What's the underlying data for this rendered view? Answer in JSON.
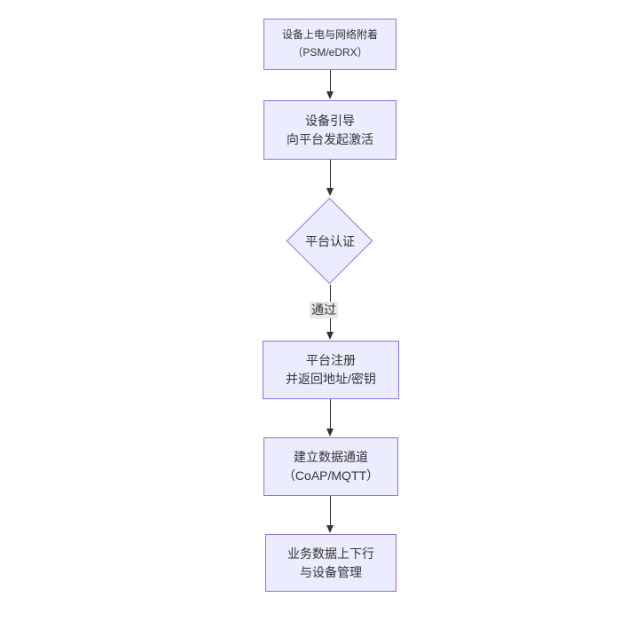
{
  "diagram": {
    "type": "flowchart",
    "direction": "top-down",
    "colors": {
      "node_fill": "#ECECFF",
      "node_border": "#9370DB",
      "edge": "#333333",
      "edge_label_bg": "#E8E8E8",
      "text": "#333333",
      "background": "#FFFFFF"
    },
    "nodes": [
      {
        "id": "power-attach",
        "shape": "rect",
        "lines": [
          "设备上电与网络附着",
          "（PSM/eDRX）"
        ]
      },
      {
        "id": "boot-activate",
        "shape": "rect",
        "lines": [
          "设备引导",
          "向平台发起激活"
        ]
      },
      {
        "id": "platform-auth",
        "shape": "diamond",
        "lines": [
          "平台认证"
        ]
      },
      {
        "id": "register",
        "shape": "rect",
        "lines": [
          "平台注册",
          "并返回地址/密钥"
        ]
      },
      {
        "id": "data-channel",
        "shape": "rect",
        "lines": [
          "建立数据通道",
          "（CoAP/MQTT）"
        ]
      },
      {
        "id": "business-mgmt",
        "shape": "rect",
        "lines": [
          "业务数据上下行",
          "与设备管理"
        ]
      }
    ],
    "edges": [
      {
        "from": "power-attach",
        "to": "boot-activate",
        "label": ""
      },
      {
        "from": "boot-activate",
        "to": "platform-auth",
        "label": ""
      },
      {
        "from": "platform-auth",
        "to": "register",
        "label": "通过"
      },
      {
        "from": "register",
        "to": "data-channel",
        "label": ""
      },
      {
        "from": "data-channel",
        "to": "business-mgmt",
        "label": ""
      }
    ]
  }
}
